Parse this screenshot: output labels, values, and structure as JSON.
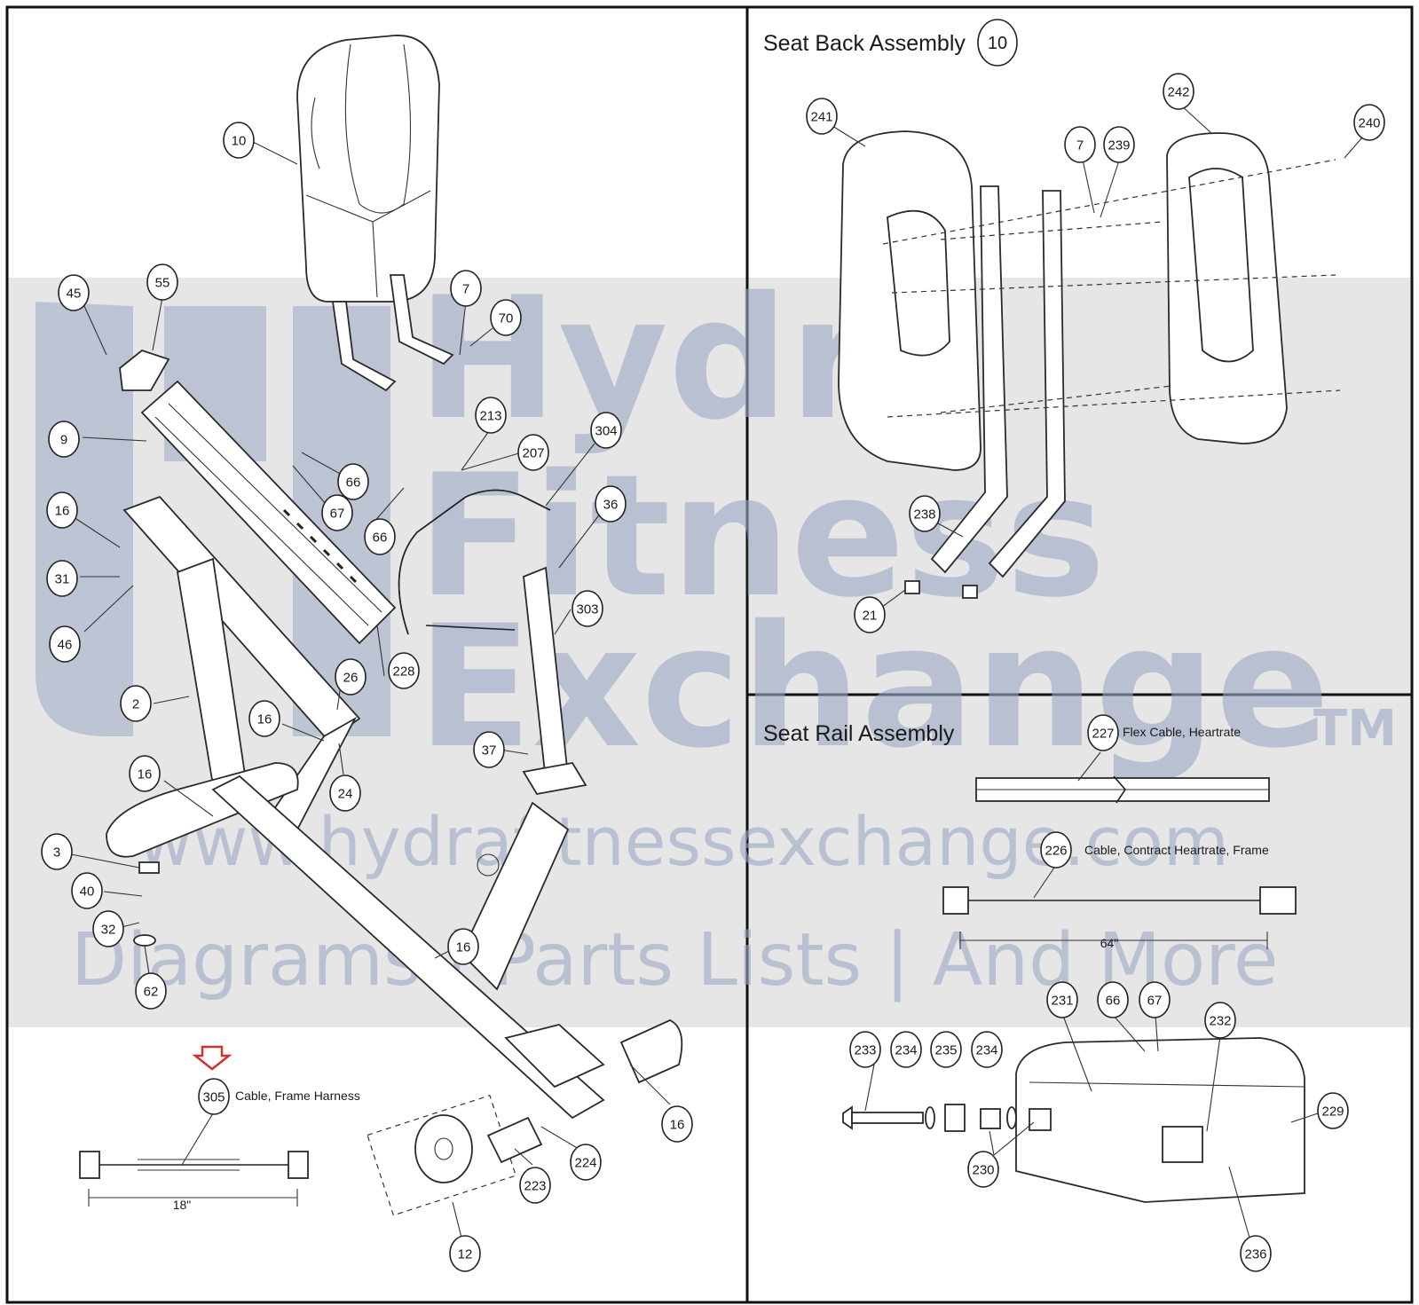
{
  "panels": {
    "seat_back": {
      "title": "Seat Back Assembly",
      "title_number": "10"
    },
    "seat_rail": {
      "title": "Seat Rail Assembly"
    }
  },
  "labels": {
    "l227": "Flex Cable, Heartrate",
    "l226": "Cable, Contract Heartrate, Frame",
    "l305": "Cable, Frame Harness",
    "dim64": "64\"",
    "dim18": "18\""
  },
  "watermark": {
    "line1": "Hydra",
    "line2": "Fitness",
    "line3": "Exchange",
    "tm": "TM",
    "url": "www.hydrafitnessexchange.com",
    "tagline": "Diagrams | Parts Lists | And More",
    "color": "#9aa7c4",
    "band_color": "#e6e6e6"
  },
  "callouts": [
    {
      "id": "c10",
      "text": "10"
    },
    {
      "id": "c45",
      "text": "45"
    },
    {
      "id": "c55",
      "text": "55"
    },
    {
      "id": "c7a",
      "text": "7"
    },
    {
      "id": "c70",
      "text": "70"
    },
    {
      "id": "c9",
      "text": "9"
    },
    {
      "id": "c213",
      "text": "213"
    },
    {
      "id": "c304",
      "text": "304"
    },
    {
      "id": "c207",
      "text": "207"
    },
    {
      "id": "c66a",
      "text": "66"
    },
    {
      "id": "c67a",
      "text": "67"
    },
    {
      "id": "c66b",
      "text": "66"
    },
    {
      "id": "c36",
      "text": "36"
    },
    {
      "id": "c16a",
      "text": "16"
    },
    {
      "id": "c31",
      "text": "31"
    },
    {
      "id": "c46",
      "text": "46"
    },
    {
      "id": "c303",
      "text": "303"
    },
    {
      "id": "c228",
      "text": "228"
    },
    {
      "id": "c26",
      "text": "26"
    },
    {
      "id": "c2",
      "text": "2"
    },
    {
      "id": "c16b",
      "text": "16"
    },
    {
      "id": "c37",
      "text": "37"
    },
    {
      "id": "c24",
      "text": "24"
    },
    {
      "id": "c16c",
      "text": "16"
    },
    {
      "id": "c3",
      "text": "3"
    },
    {
      "id": "c40",
      "text": "40"
    },
    {
      "id": "c32",
      "text": "32"
    },
    {
      "id": "c16d",
      "text": "16"
    },
    {
      "id": "c62",
      "text": "62"
    },
    {
      "id": "c305",
      "text": "305"
    },
    {
      "id": "c16e",
      "text": "16"
    },
    {
      "id": "c224",
      "text": "224"
    },
    {
      "id": "c223",
      "text": "223"
    },
    {
      "id": "c12",
      "text": "12"
    },
    {
      "id": "c241",
      "text": "241"
    },
    {
      "id": "c242",
      "text": "242"
    },
    {
      "id": "c240",
      "text": "240"
    },
    {
      "id": "c7b",
      "text": "7"
    },
    {
      "id": "c239",
      "text": "239"
    },
    {
      "id": "c238",
      "text": "238"
    },
    {
      "id": "c21",
      "text": "21"
    },
    {
      "id": "c227",
      "text": "227"
    },
    {
      "id": "c226",
      "text": "226"
    },
    {
      "id": "c231",
      "text": "231"
    },
    {
      "id": "c66c",
      "text": "66"
    },
    {
      "id": "c67b",
      "text": "67"
    },
    {
      "id": "c232",
      "text": "232"
    },
    {
      "id": "c233",
      "text": "233"
    },
    {
      "id": "c234a",
      "text": "234"
    },
    {
      "id": "c235",
      "text": "235"
    },
    {
      "id": "c234b",
      "text": "234"
    },
    {
      "id": "c229",
      "text": "229"
    },
    {
      "id": "c230",
      "text": "230"
    },
    {
      "id": "c236",
      "text": "236"
    }
  ]
}
